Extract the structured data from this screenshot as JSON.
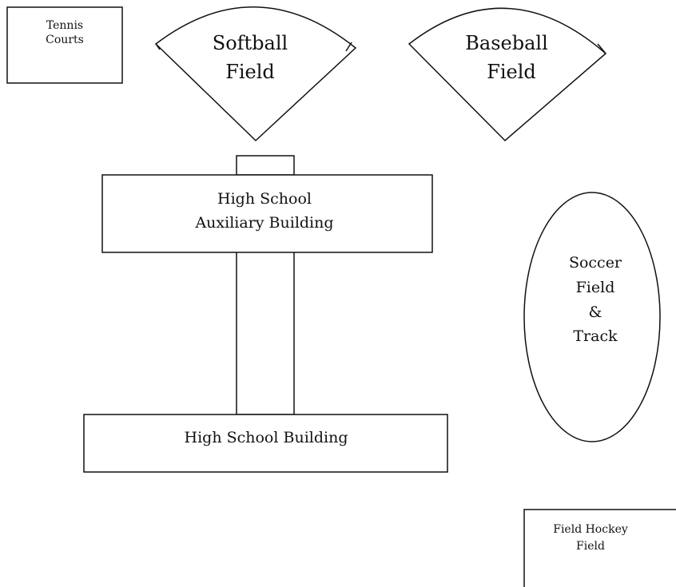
{
  "tennis_courts": {
    "line1": "Tennis",
    "line2": "Courts"
  },
  "softball_field": {
    "line1": "Softball",
    "line2": "Field"
  },
  "baseball_field": {
    "line1": "Baseball",
    "line2": "Field"
  },
  "auxiliary_building": {
    "line1": "High School",
    "line2": "Auxiliary Building"
  },
  "high_school_building": {
    "label": "High School Building"
  },
  "soccer_field": {
    "line1": "Soccer",
    "line2": "Field",
    "line3": "&",
    "line4": "Track"
  },
  "field_hockey_field": {
    "line1": "Field Hockey",
    "line2": "Field"
  }
}
